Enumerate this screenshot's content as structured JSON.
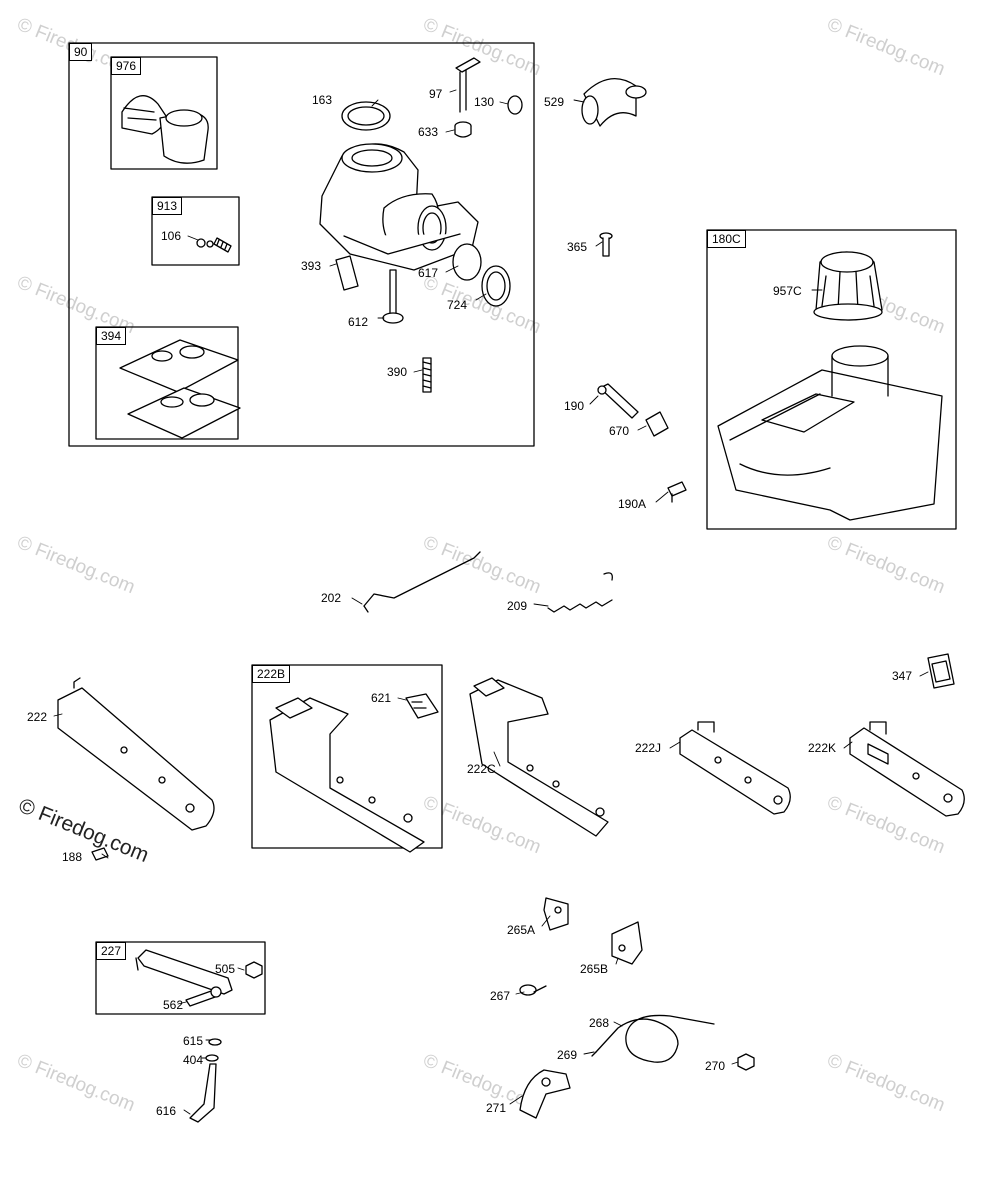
{
  "watermark": "© Firedog.com",
  "groups": {
    "g90": "90",
    "g976": "976",
    "g913": "913",
    "g394": "394",
    "g180C": "180C",
    "g222B": "222B",
    "g227": "227"
  },
  "labels": {
    "p163": "163",
    "p97": "97",
    "p130": "130",
    "p633": "633",
    "p529": "529",
    "p106": "106",
    "p393": "393",
    "p617": "617",
    "p724": "724",
    "p612": "612",
    "p390": "390",
    "p365": "365",
    "p957C": "957C",
    "p190": "190",
    "p670": "670",
    "p190A": "190A",
    "p202": "202",
    "p209": "209",
    "p347": "347",
    "p222": "222",
    "p621": "621",
    "p222C": "222C",
    "p222J": "222J",
    "p222K": "222K",
    "p188": "188",
    "p265A": "265A",
    "p265B": "265B",
    "p267": "267",
    "p268": "268",
    "p269": "269",
    "p270": "270",
    "p271": "271",
    "p505": "505",
    "p562": "562",
    "p615": "615",
    "p404": "404",
    "p616": "616"
  }
}
